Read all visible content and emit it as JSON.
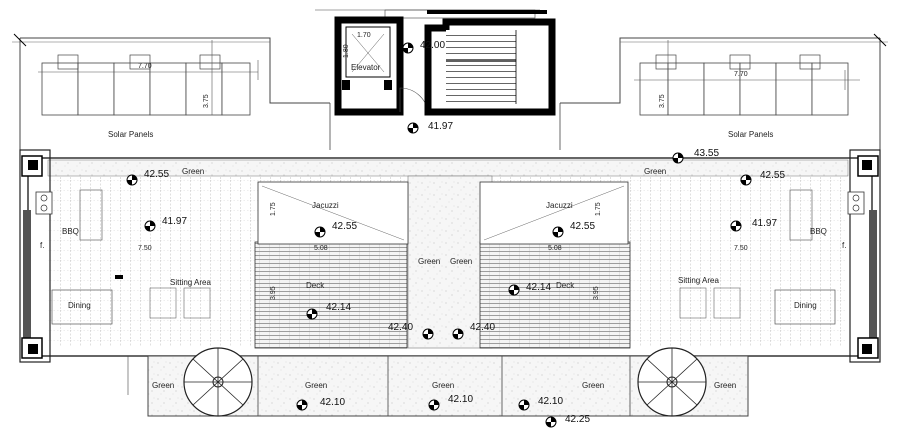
{
  "labels": {
    "solar_left": "Solar Panels",
    "solar_right": "Solar Panels",
    "elevator": "Elevator",
    "green_top_left": "Green",
    "green_top_right": "Green",
    "green_mid_left": "Green",
    "green_mid_right": "Green",
    "jacuzzi_left": "Jacuzzi",
    "jacuzzi_right": "Jacuzzi",
    "deck_left": "Deck",
    "deck_right": "Deck",
    "bbq_left": "BBQ",
    "bbq_right": "BBQ",
    "sitting_left": "Sitting Area",
    "sitting_right": "Sitting Area",
    "dining_left": "Dining",
    "dining_right": "Dining",
    "f_left": "f.",
    "f_right": "f.",
    "green_b1": "Green",
    "green_b2": "Green",
    "green_b3": "Green",
    "green_b4": "Green",
    "green_b5": "Green"
  },
  "elevations": {
    "stair_top": "42.00",
    "landing": "41.97",
    "green_left": "42.55",
    "green_right_top": "43.55",
    "green_right": "42.55",
    "bbq_area_left": "41.97",
    "bbq_area_right": "41.97",
    "jacuzzi_left": "42.55",
    "jacuzzi_right": "42.55",
    "deck_left": "42.14",
    "deck_right": "42.14",
    "center_left": "42.40",
    "center_right": "42.40",
    "bottom_1": "42.10",
    "bottom_2": "42.10",
    "bottom_3": "42.10",
    "bottom_4": "42.25"
  },
  "dimensions": {
    "elev_width": "1.70",
    "elev_depth": "1.80",
    "solar_width_left": "7.70",
    "solar_width_right": "7.70",
    "solar_depth_left": "3.75",
    "solar_depth_right": "3.75",
    "jacuzzi_depth_left": "1.75",
    "jacuzzi_depth_right": "1.75",
    "deck_width_left": "5.08",
    "deck_width_right": "5.08",
    "deck_depth_left": "3.95",
    "deck_depth_right": "3.95",
    "span_left": "7.50",
    "span_right": "7.50"
  }
}
